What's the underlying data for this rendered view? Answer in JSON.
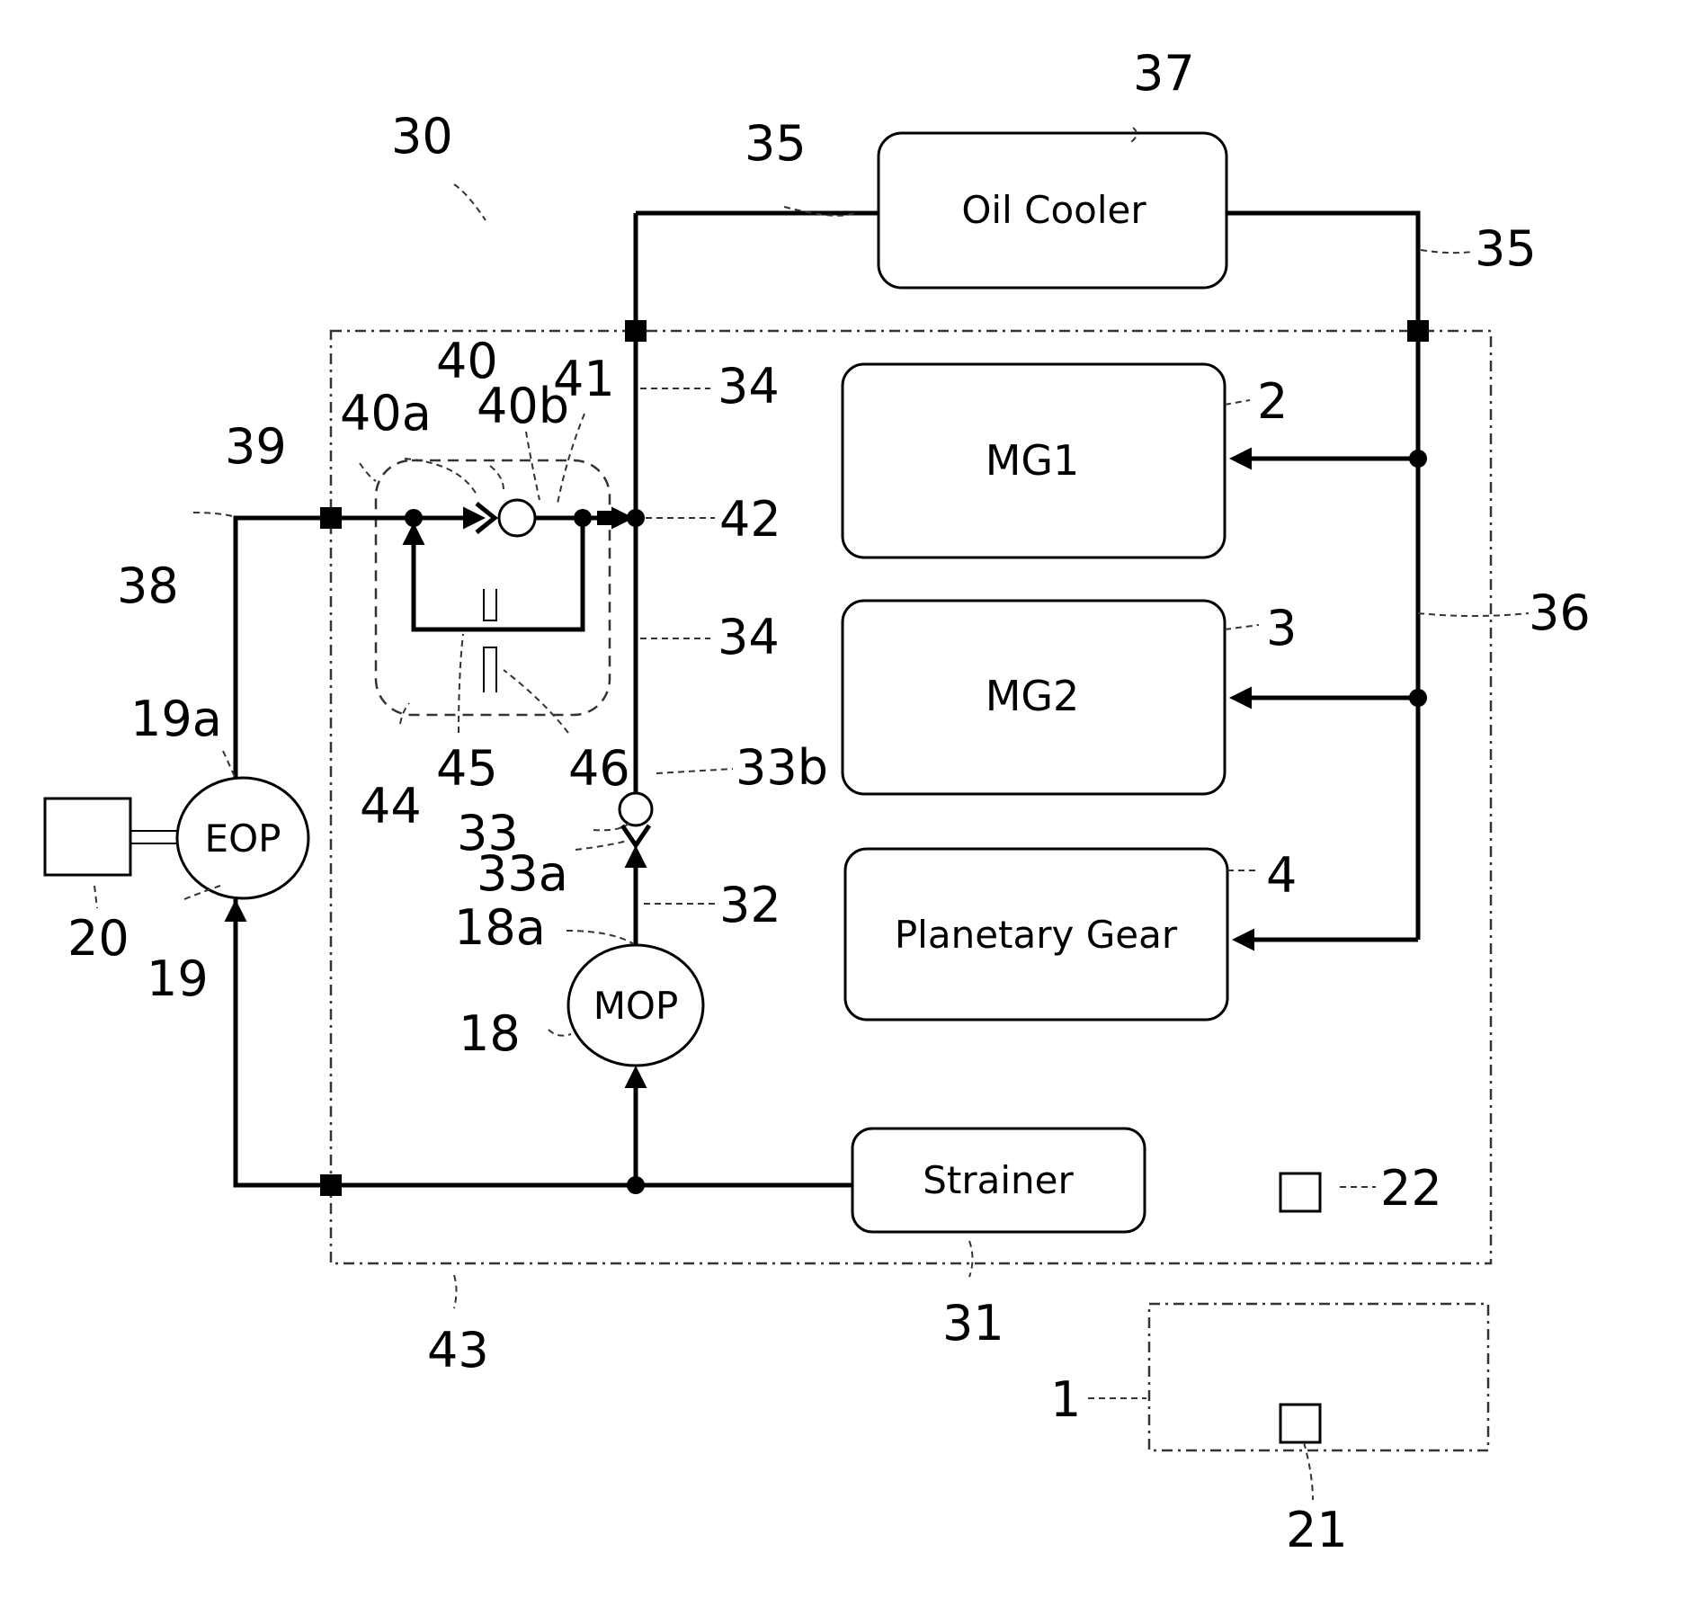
{
  "components": {
    "oil_cooler": "Oil Cooler",
    "mg1": "MG1",
    "mg2": "MG2",
    "planetary_gear": "Planetary Gear",
    "strainer": "Strainer",
    "eop": "EOP",
    "mop": "MOP"
  },
  "refs": {
    "r1": "1",
    "r2": "2",
    "r3": "3",
    "r4": "4",
    "r18": "18",
    "r18a": "18a",
    "r19": "19",
    "r19a": "19a",
    "r20": "20",
    "r21": "21",
    "r22": "22",
    "r30": "30",
    "r31": "31",
    "r32": "32",
    "r33": "33",
    "r33a": "33a",
    "r33b": "33b",
    "r34_top": "34",
    "r34_mid": "34",
    "r35_left": "35",
    "r35_right": "35",
    "r36": "36",
    "r37": "37",
    "r38": "38",
    "r39": "39",
    "r40": "40",
    "r40a": "40a",
    "r40b": "40b",
    "r41": "41",
    "r42": "42",
    "r43": "43",
    "r44": "44",
    "r45": "45",
    "r46": "46"
  }
}
